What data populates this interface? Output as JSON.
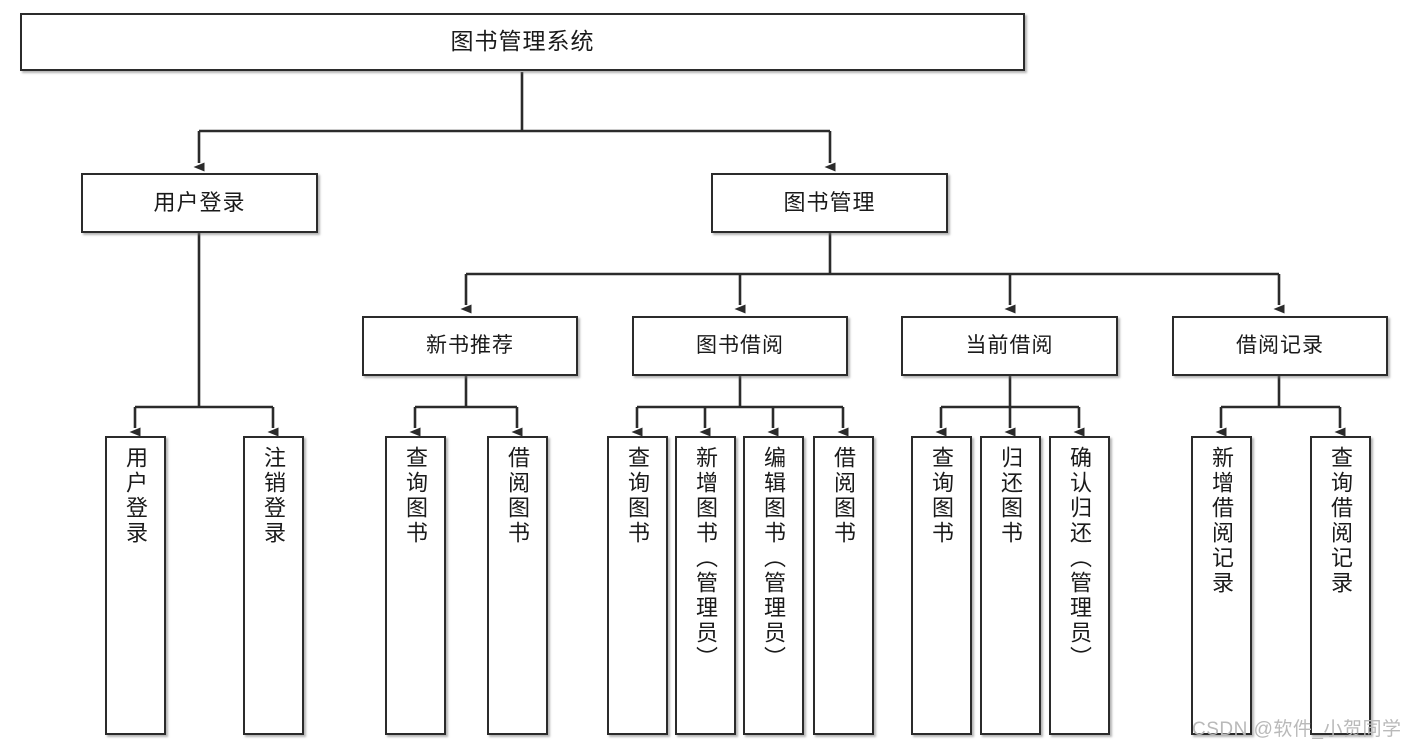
{
  "diagram": {
    "type": "hierarchy-tree",
    "title": "图书管理系统",
    "root": {
      "label": "图书管理系统"
    },
    "level2": [
      {
        "label": "用户登录"
      },
      {
        "label": "图书管理"
      }
    ],
    "level3": [
      {
        "label": "新书推荐"
      },
      {
        "label": "图书借阅"
      },
      {
        "label": "当前借阅"
      },
      {
        "label": "借阅记录"
      }
    ],
    "leaves": [
      {
        "label": "用户登录",
        "parent": "用户登录"
      },
      {
        "label": "注销登录",
        "parent": "用户登录"
      },
      {
        "label": "查询图书",
        "parent": "新书推荐"
      },
      {
        "label": "借阅图书",
        "parent": "新书推荐"
      },
      {
        "label": "查询图书",
        "parent": "图书借阅"
      },
      {
        "label": "新增图书（管理员）",
        "parent": "图书借阅"
      },
      {
        "label": "编辑图书（管理员）",
        "parent": "图书借阅"
      },
      {
        "label": "借阅图书",
        "parent": "图书借阅"
      },
      {
        "label": "查询图书",
        "parent": "当前借阅"
      },
      {
        "label": "归还图书",
        "parent": "当前借阅"
      },
      {
        "label": "确认归还（管理员）",
        "parent": "当前借阅"
      },
      {
        "label": "新增借阅记录",
        "parent": "借阅记录"
      },
      {
        "label": "查询借阅记录",
        "parent": "借阅记录"
      }
    ],
    "watermark": "CSDN @软件_小贺同学",
    "colors": {
      "box_border": "#2b2b2b",
      "box_fill": "#ffffff",
      "connector": "#2b2b2b",
      "text": "#1a1a1a",
      "watermark": "#b9b9b9"
    }
  }
}
